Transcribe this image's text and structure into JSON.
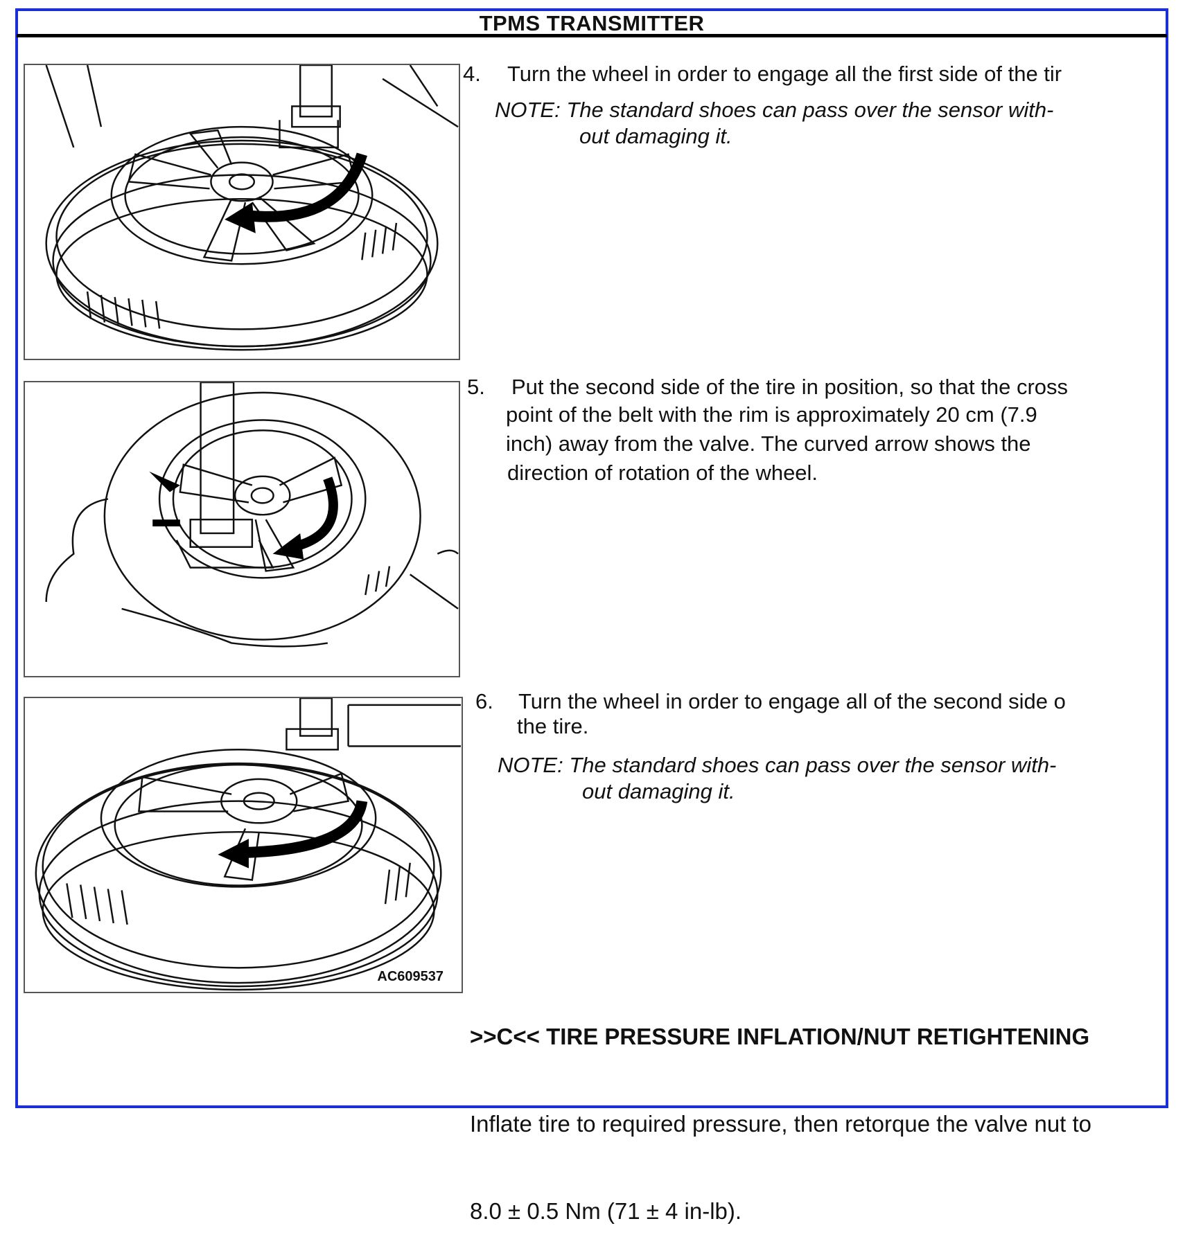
{
  "header": {
    "title": "TPMS TRANSMITTER"
  },
  "steps": [
    {
      "number": "4.",
      "lines": [
        "Turn the wheel in order to engage all the first side of the tir"
      ],
      "note_line1": "NOTE: The standard shoes can pass over the sensor with-",
      "note_line2": "out damaging it."
    },
    {
      "number": "5.",
      "lines": [
        "Put the second side of the tire in position, so that the cross",
        "point of the belt with the rim is approximately 20 cm (7.9",
        "inch) away from the valve. The curved arrow shows the",
        "direction of rotation of the wheel."
      ]
    },
    {
      "number": "6.",
      "lines": [
        "Turn the wheel in order to engage all of the second side o",
        "the tire."
      ],
      "note_line1": "NOTE: The standard shoes can pass over the sensor with-",
      "note_line2": "out damaging it."
    }
  ],
  "figure_id": "AC609537",
  "section": {
    "title": ">>C<< TIRE PRESSURE INFLATION/NUT RETIGHTENING",
    "line1": "Inflate tire to required pressure, then retorque the valve nut to",
    "line2": "8.0 ± 0.5 Nm (71 ± 4 in-lb)."
  },
  "colors": {
    "frame": "#1a2fd6",
    "ink": "#111111"
  }
}
